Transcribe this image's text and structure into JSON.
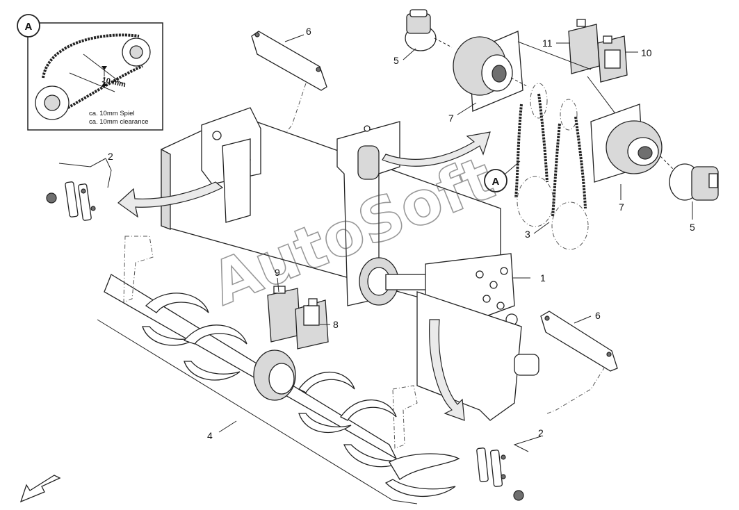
{
  "diagram": {
    "detail_badge_letter": "A",
    "inset": {
      "dimension_label": "10 mm",
      "note_line_1": "ca. 10mm Spiel",
      "note_line_2": "ca. 10mm clearance"
    },
    "callouts": {
      "frame": "1",
      "bracket_left": "2",
      "bracket_right": "2",
      "chain": "3",
      "auger": "4",
      "motor_top": "5",
      "motor_right": "5",
      "cover_top": "6",
      "cover_right": "6",
      "gearbox_top": "7",
      "gearbox_right": "7",
      "oil_small": "8",
      "oil_big": "9",
      "canister_right": "10",
      "canister_left": "11"
    },
    "watermark": "AutoSoft"
  }
}
